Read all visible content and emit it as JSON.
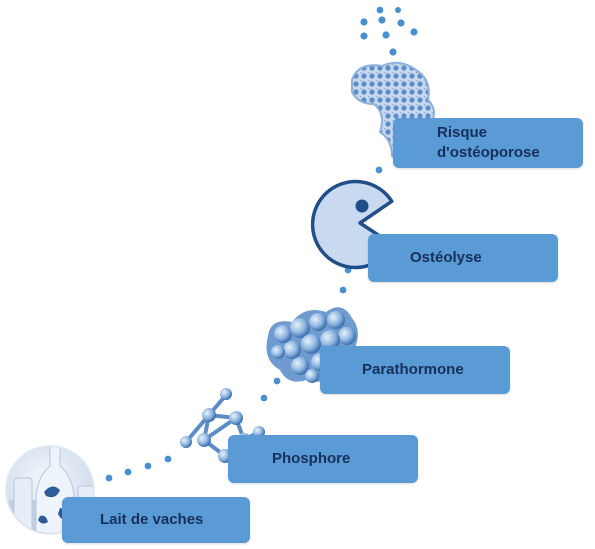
{
  "steps": [
    {
      "label": "Lait de vaches",
      "icon": "milk-bottles-icon"
    },
    {
      "label": "Phosphore",
      "icon": "molecule-icon"
    },
    {
      "label": "Parathormone",
      "icon": "protein-cluster-icon"
    },
    {
      "label": "Ostéolyse",
      "icon": "pacman-icon"
    },
    {
      "label": "Risque\nd'ostéoporose",
      "icon": "porous-bone-icon"
    }
  ],
  "colors": {
    "box": "#5b9bd5",
    "label_text": "#16305a",
    "dots": "#4a8fd0",
    "pacman_fill": "#c9d9ef",
    "pacman_stroke": "#1f4e89"
  }
}
